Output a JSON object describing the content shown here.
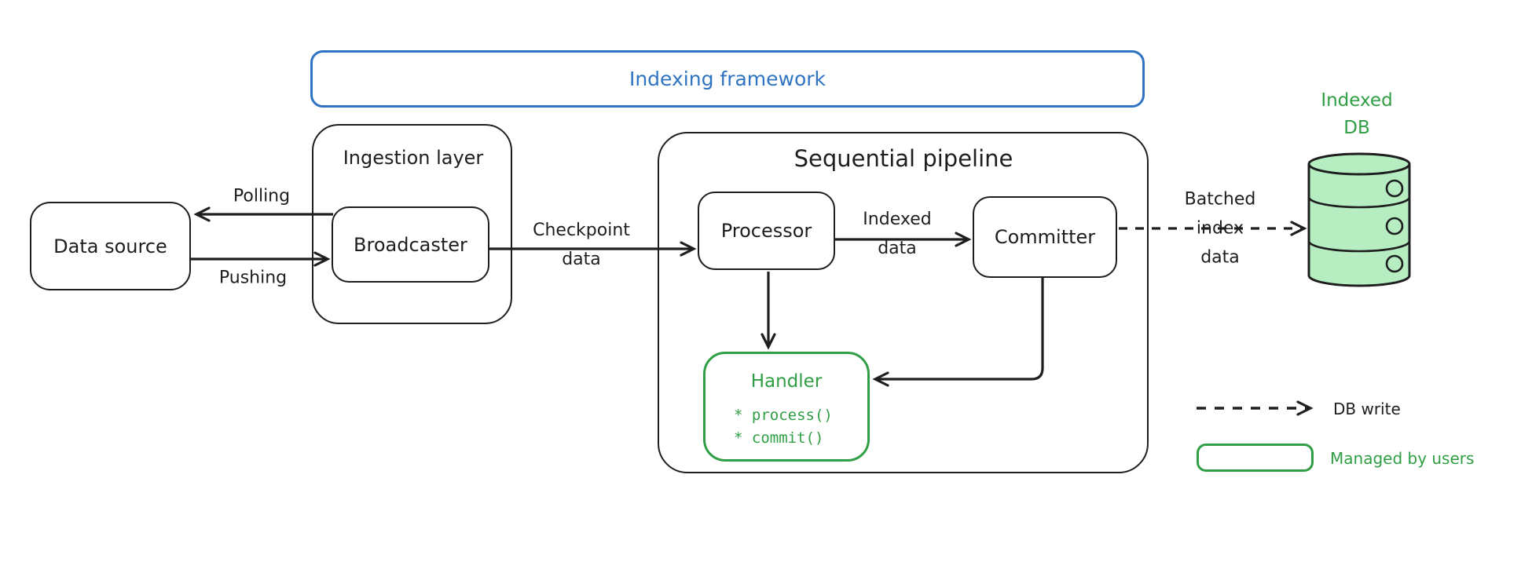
{
  "colors": {
    "ink": "#1e1e1e",
    "blue_accent": "#2f74c2",
    "green_accent": "#2f9e44",
    "green_fill": "#b6eec2"
  },
  "framework": {
    "label": "Indexing framework"
  },
  "nodes": {
    "data_source": {
      "label": "Data source"
    },
    "ingestion": {
      "label": "Ingestion layer"
    },
    "broadcaster": {
      "label": "Broadcaster"
    },
    "pipeline": {
      "label": "Sequential pipeline"
    },
    "processor": {
      "label": "Processor"
    },
    "committer": {
      "label": "Committer"
    },
    "handler": {
      "title": "Handler",
      "methods": [
        "* process()",
        "* commit()"
      ]
    },
    "indexed_db": {
      "label_line1": "Indexed",
      "label_line2": "DB"
    }
  },
  "edges": {
    "polling": {
      "label": "Polling"
    },
    "pushing": {
      "label": "Pushing"
    },
    "checkpoint": {
      "label_line1": "Checkpoint",
      "label_line2": "data"
    },
    "indexed": {
      "label_line1": "Indexed",
      "label_line2": "data"
    },
    "batched": {
      "label_line1": "Batched",
      "label_line2": "index",
      "label_line3": "data"
    }
  },
  "legend": {
    "db_write": "DB write",
    "managed_by_users": "Managed by users"
  }
}
